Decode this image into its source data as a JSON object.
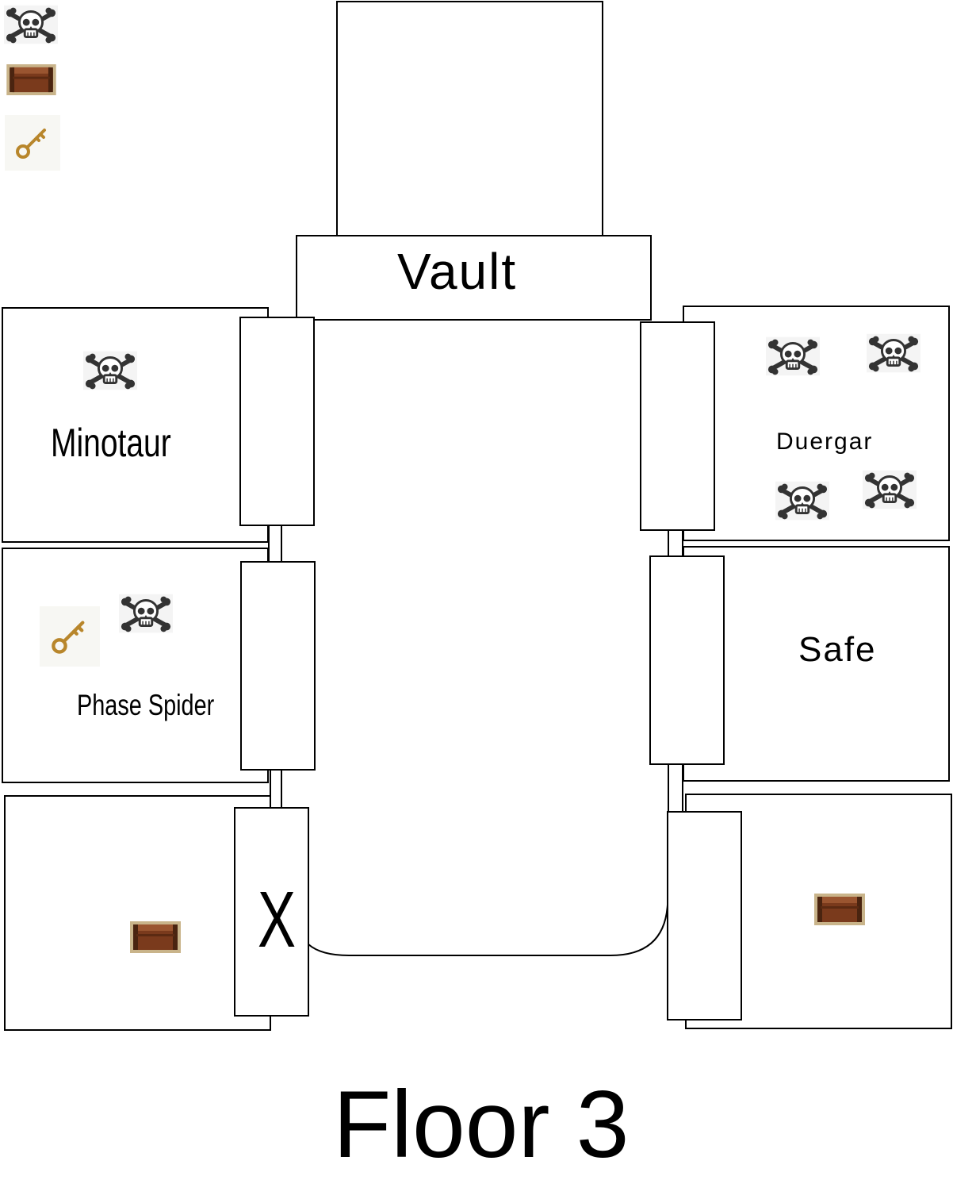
{
  "floor": {
    "title": "Floor 3"
  },
  "rooms": {
    "vault": {
      "label": "Vault"
    },
    "minotaur": {
      "label": "Minotaur"
    },
    "phase_spider": {
      "label": "Phase Spider"
    },
    "duergar": {
      "label": "Duergar"
    },
    "safe": {
      "label": "Safe"
    },
    "lower_left_door": {
      "label": "X"
    }
  },
  "legend": {
    "items": [
      {
        "icon": "skull-crossbones-icon"
      },
      {
        "icon": "treasure-chest-icon"
      },
      {
        "icon": "key-icon"
      }
    ]
  },
  "colors": {
    "chest_wood": "#7a3a1c",
    "chest_trim": "#c9b48a",
    "key_gold": "#b8862b",
    "skull": "#333333"
  }
}
